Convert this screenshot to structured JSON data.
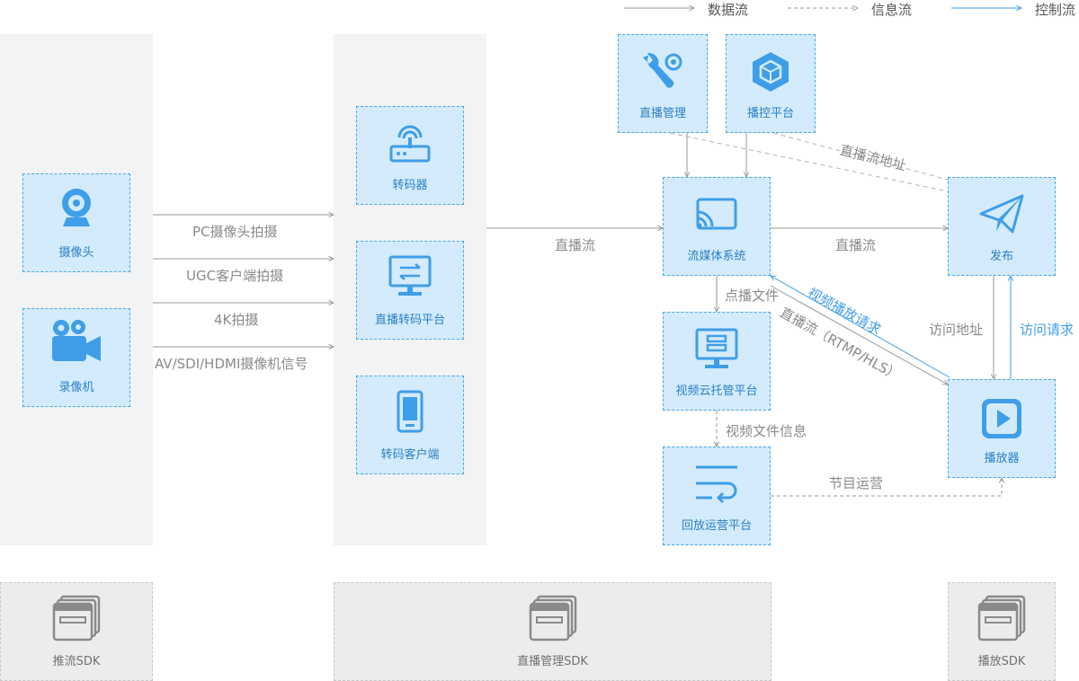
{
  "legend": {
    "data_flow": "数据流",
    "info_flow": "信息流",
    "control_flow": "控制流"
  },
  "nodes": {
    "camera": "摄像头",
    "camcorder": "录像机",
    "transcoder": "转码器",
    "live_transcode_platform": "直播转码平台",
    "transcode_client": "转码客户端",
    "live_management": "直播管理",
    "broadcast_control": "播控平台",
    "streaming_media_system": "流媒体系统",
    "publish": "发布",
    "video_cloud_hosting": "视频云托管平台",
    "playback_operation": "回放运营平台",
    "player": "播放器"
  },
  "edges": {
    "pc_camera": "PC摄像头拍摄",
    "ugc_client": "UGC客户端拍摄",
    "k4_capture": "4K拍摄",
    "av_signal": "AV/SDI/HDMI摄像机信号",
    "live_stream_left": "直播流",
    "live_stream_right": "直播流",
    "live_stream_address": "直播流地址",
    "vod_file": "点播文件",
    "video_play_request": "视频播放请求",
    "live_stream_rtmp": "直播流（RTMP/HLS）",
    "access_address": "访问地址",
    "access_request": "访问请求",
    "video_file_info": "视频文件信息",
    "program_operation": "节目运营"
  },
  "sdks": {
    "push_sdk": "推流SDK",
    "live_management_sdk": "直播管理SDK",
    "player_sdk": "播放SDK"
  },
  "colors": {
    "node_fill": "#d3ebfc",
    "node_border": "#4aa6e6",
    "icon": "#3f9ee8",
    "panel_bg": "#f2f3f5",
    "data_line": "#9a9a9a",
    "control_line": "#3f9ee8"
  }
}
